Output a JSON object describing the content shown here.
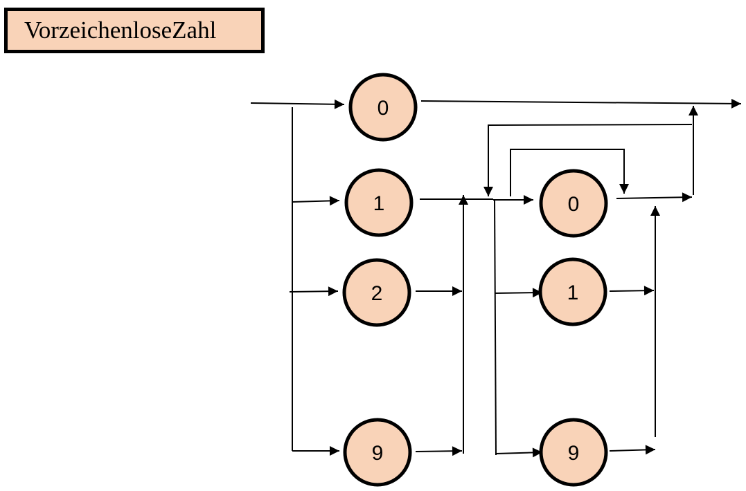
{
  "title": "VorzeichenloseZahl",
  "colors": {
    "node_fill": "#f9d3b8",
    "node_stroke": "#000000",
    "line": "#000000",
    "title_fill": "#f9d3b8"
  },
  "nodes": [
    {
      "id": "first-0",
      "label": "0"
    },
    {
      "id": "first-1",
      "label": "1"
    },
    {
      "id": "first-2",
      "label": "2"
    },
    {
      "id": "first-9",
      "label": "9"
    },
    {
      "id": "loop-0",
      "label": "0"
    },
    {
      "id": "loop-1",
      "label": "1"
    },
    {
      "id": "loop-9",
      "label": "9"
    }
  ]
}
